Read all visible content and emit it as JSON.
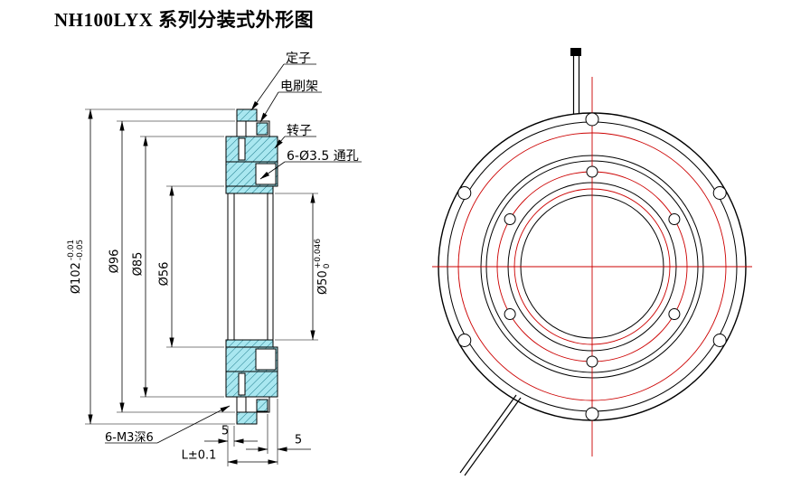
{
  "title": "NH100LYX 系列分装式外形图",
  "section": {
    "callouts": {
      "stator": "定子",
      "brush": "电刷架",
      "rotor": "转子",
      "holes": "6-Ø3.5 通孔"
    },
    "dims": {
      "d102": {
        "name": "Ø102",
        "tol_up": "-0.01",
        "tol_dn": "-0.05"
      },
      "d96": {
        "name": "Ø96"
      },
      "d85": {
        "name": "Ø85"
      },
      "d56": {
        "name": "Ø56"
      },
      "d50": {
        "name": "Ø50",
        "tol_up": "+0.046",
        "tol_dn": "0"
      },
      "tap": "6-M3深6",
      "thick": "5",
      "hub": "5",
      "len": "L±0.1"
    }
  },
  "colors": {
    "outline": "#000000",
    "centerline_red": "#cc0000",
    "hatch_fill": "#a9e7f0",
    "hatch_line": "#0e6e7e",
    "background": "#ffffff"
  }
}
